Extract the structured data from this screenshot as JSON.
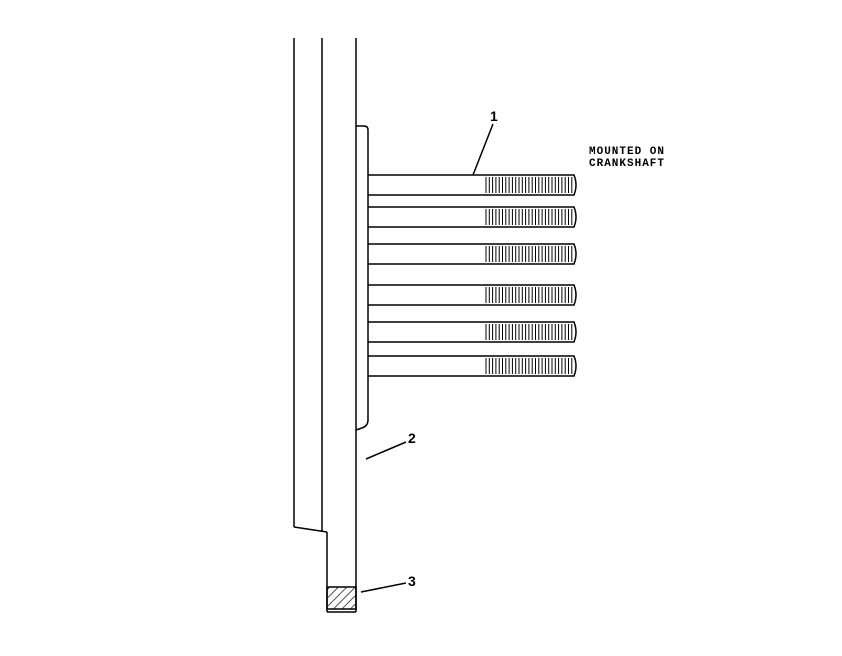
{
  "diagram": {
    "note": {
      "line1": "MOUNTED ON",
      "line2": "CRANKSHAFT"
    },
    "callouts": [
      {
        "id": "callout-1",
        "number": "1",
        "target": "stud"
      },
      {
        "id": "callout-2",
        "number": "2",
        "target": "flange-face"
      },
      {
        "id": "callout-3",
        "number": "3",
        "target": "hatched-section"
      }
    ],
    "stud_count": 6,
    "line_color": "#000000",
    "background_color": "#ffffff"
  }
}
